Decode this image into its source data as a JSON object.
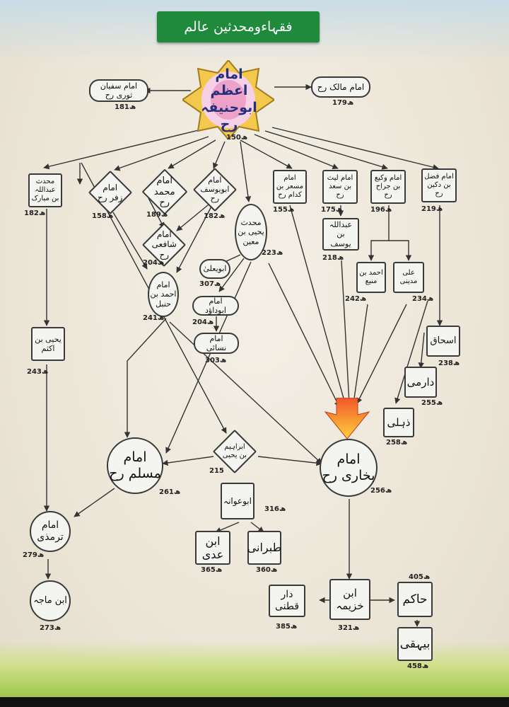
{
  "title": "فقہاءومحدثین عالم",
  "center": {
    "name": "امام اعظم ابوحنیفہ رح",
    "year": "150ھ"
  },
  "nodes": {
    "sufyan": {
      "name": "امام سفیان ثوری رح",
      "year": "181ھ"
    },
    "malik": {
      "name": "امام مالک رح",
      "year": "179ھ"
    },
    "ibn_mubarak": {
      "name": "محدث عبداللہ بن مبارک",
      "year": "182ھ"
    },
    "zufar": {
      "name": "امام زفر رح",
      "year": "158ھ"
    },
    "muhammad": {
      "name": "امام محمد رح",
      "year": "189ھ"
    },
    "abu_yusuf": {
      "name": "امام ابویوسف رح",
      "year": "182ھ"
    },
    "shafii": {
      "name": "امام شافعی رح",
      "year": "204ھ"
    },
    "yahya_ibn_main": {
      "name": "محدث یحیی بن معین",
      "year": "223ھ"
    },
    "misar": {
      "name": "امام مسعر بن کدام رح",
      "year": "155ھ"
    },
    "layth": {
      "name": "امام لیث بن سعد رح",
      "year": "175ھ"
    },
    "waki": {
      "name": "امام وکیع بن جراح رح",
      "year": "196ھ"
    },
    "fadl": {
      "name": "امام فضل بن دکین رح",
      "year": "219ھ"
    },
    "abdullah_yusuf": {
      "name": "عبداللہ بن یوسف",
      "year": "218ھ"
    },
    "ahmad": {
      "name": "امام احمد بن حنبل",
      "year": "241ھ"
    },
    "abu_yala": {
      "name": "ابویعلیٰ",
      "year": "307ھ"
    },
    "abu_dawud": {
      "name": "امام ابوداؤد",
      "year": "204ھ"
    },
    "nasai": {
      "name": "امام نسائی",
      "year": "303ھ"
    },
    "ahmad_mani": {
      "name": "احمد بن منیع",
      "year": "242ھ"
    },
    "ali_madini": {
      "name": "علی مدینی",
      "year": "234ھ"
    },
    "yahya_aktham": {
      "name": "یحیی بن اکثم",
      "year": "243ھ"
    },
    "ishaq": {
      "name": "اسحاق",
      "year": "238ھ"
    },
    "darimi": {
      "name": "دارمی",
      "year": "255ھ"
    },
    "dhuhli": {
      "name": "ذہلی",
      "year": "258ھ"
    },
    "muslim": {
      "name": "امام مسلم رح",
      "year": "261ھ"
    },
    "ibrahim": {
      "name": "ابراہیم بن یحیی",
      "year": "215"
    },
    "bukhari": {
      "name": "امام بخاری رح",
      "year": "256ھ"
    },
    "abu_awana": {
      "name": "ابوعوانہ",
      "year": "316ھ"
    },
    "tirmidhi": {
      "name": "امام ترمذی",
      "year": "279ھ"
    },
    "ibn_adi": {
      "name": "ابن عدی",
      "year": "365ھ"
    },
    "tabarani": {
      "name": "طبرانی",
      "year": "360ھ"
    },
    "ibn_majah": {
      "name": "ابن ماجہ",
      "year": "273ھ"
    },
    "daraqutni": {
      "name": "دار قطنی",
      "year": "385ھ"
    },
    "ibn_khuzayma": {
      "name": "ابن خزیمہ",
      "year": "321ھ"
    },
    "hakim": {
      "name": "حاکم",
      "year": "405ھ"
    },
    "bayhaqi": {
      "name": "بیہقی",
      "year": "458ھ"
    }
  },
  "colors": {
    "banner": "#1f8a3c",
    "star": "#f2c94c",
    "star_glow": "#e0418a",
    "center_text": "#24307a",
    "arrow_top": "#f0562c",
    "arrow_bottom": "#ffd23a",
    "line": "#333333"
  }
}
